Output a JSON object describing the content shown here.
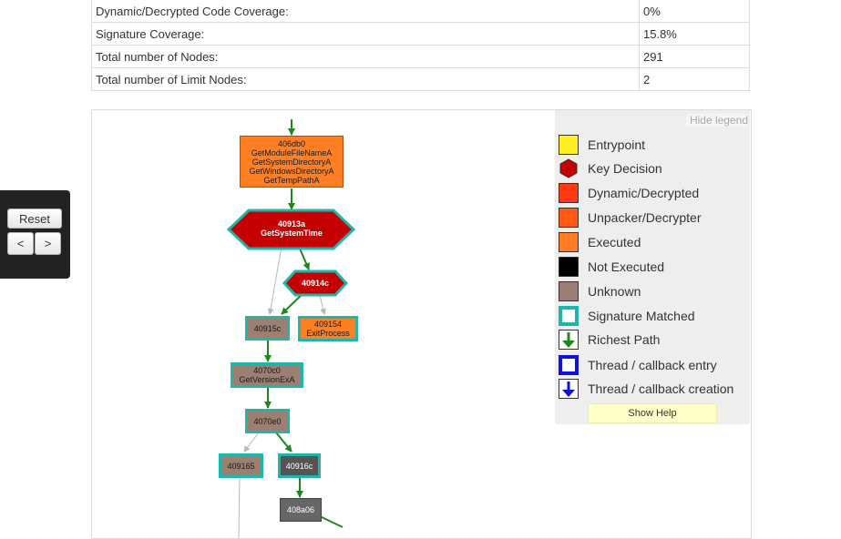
{
  "stats": [
    {
      "label": "Dynamic/Decrypted Code Coverage:",
      "value": "0%"
    },
    {
      "label": "Signature Coverage:",
      "value": "15.8%"
    },
    {
      "label": "Total number of Nodes:",
      "value": "291"
    },
    {
      "label": "Total number of Limit Nodes:",
      "value": "2"
    }
  ],
  "graph": {
    "nodes": {
      "n1": {
        "addr": "406db0",
        "apis": [
          "GetModuleFileNameA",
          "GetSystemDirectoryA",
          "GetWindowsDirectoryA",
          "GetTempPathA"
        ]
      },
      "n2": {
        "addr": "40913a",
        "api": "GetSystemTime"
      },
      "n3": {
        "addr": "40914c"
      },
      "n4": {
        "addr": "40915c"
      },
      "n5": {
        "addr": "409154",
        "api": "ExitProcess"
      },
      "n6": {
        "addr": "4070c0",
        "api": "GetVersionExA"
      },
      "n7": {
        "addr": "4070e0"
      },
      "n8": {
        "addr": "409165"
      },
      "n9": {
        "addr": "40916c"
      },
      "n10": {
        "addr": "408a06"
      }
    },
    "colors": {
      "richest_path": "#1a8a1a",
      "other_path": "#b8b8b8",
      "key_decision": "#c40000",
      "signature_border": "#1fb5a8"
    }
  },
  "legend": {
    "hide_label": "Hide legend",
    "items": [
      {
        "label": "Entrypoint",
        "icon": "entrypoint-swatch",
        "color": "#ffee22"
      },
      {
        "label": "Key Decision",
        "icon": "key-decision-hexagon",
        "color": "#c40000"
      },
      {
        "label": "Dynamic/Decrypted",
        "icon": "dynamic-swatch",
        "color": "#ff3a12"
      },
      {
        "label": "Unpacker/Decrypter",
        "icon": "unpacker-swatch",
        "color": "#ff5a18"
      },
      {
        "label": "Executed",
        "icon": "executed-swatch",
        "color": "#ff7f22"
      },
      {
        "label": "Not Executed",
        "icon": "not-executed-swatch",
        "color": "#000000"
      },
      {
        "label": "Unknown",
        "icon": "unknown-swatch",
        "color": "#9a7f72"
      },
      {
        "label": "Signature Matched",
        "icon": "signature-matched-swatch",
        "color": "#1fb5a8"
      },
      {
        "label": "Richest Path",
        "icon": "richest-path-arrow",
        "color": "#1a8a1a"
      },
      {
        "label": "Thread / callback entry",
        "icon": "thread-entry-swatch",
        "color": "#1010dd"
      },
      {
        "label": "Thread / callback creation",
        "icon": "thread-creation-arrow",
        "color": "#1010dd"
      }
    ],
    "show_help": "Show Help"
  },
  "controls": {
    "reset": "Reset",
    "prev": "<",
    "next": ">"
  }
}
